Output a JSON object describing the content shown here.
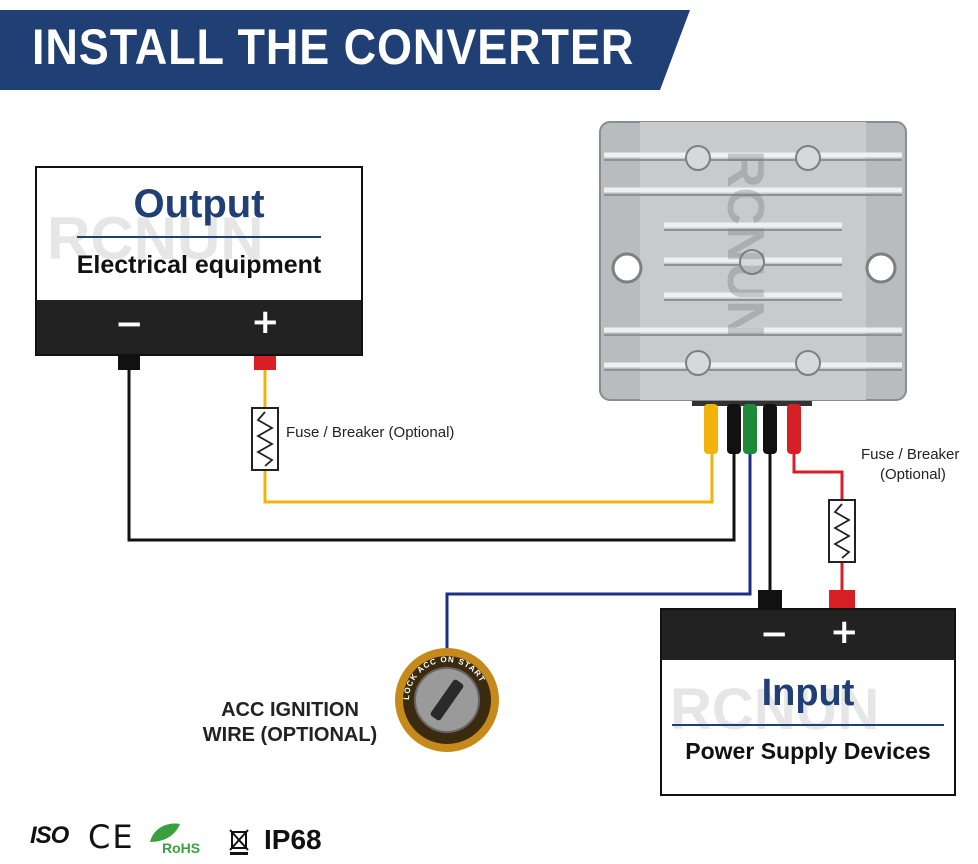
{
  "header": {
    "title": "INSTALL THE CONVERTER"
  },
  "output_box": {
    "title": "Output",
    "subtitle": "Electrical equipment",
    "minus": "−",
    "plus": "+"
  },
  "input_box": {
    "title": "Input",
    "subtitle": "Power Supply Devices",
    "minus": "−",
    "plus": "+"
  },
  "watermark": "RCNUN",
  "fuse_output_label": "Fuse / Breaker (Optional)",
  "fuse_input_label": {
    "line1": "Fuse / Breaker",
    "line2": "(Optional)"
  },
  "acc_label": {
    "line1": "ACC IGNITION",
    "line2": "WIRE (OPTIONAL)"
  },
  "ignition_ring_text": "LOCK ACC ON START",
  "certifications": {
    "iso": "ISO",
    "ce": "CE",
    "rohs": "RoHS",
    "ip": "IP68"
  },
  "colors": {
    "banner": "#1f3f75",
    "title_blue": "#1f3f75",
    "wire_yellow": "#f2b40a",
    "wire_red": "#d91f26",
    "wire_blue": "#1c2f86",
    "wire_green": "#1d8a3a",
    "wire_black": "#111111",
    "converter": "#b9bcbf"
  }
}
